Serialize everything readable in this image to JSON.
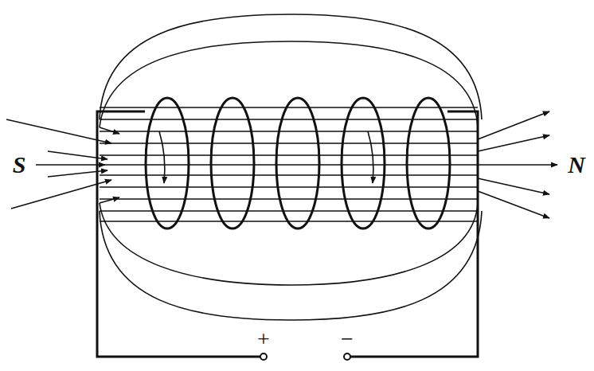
{
  "diagram": {
    "labels": [
      "S",
      "N",
      "+",
      "−"
    ]
  }
}
